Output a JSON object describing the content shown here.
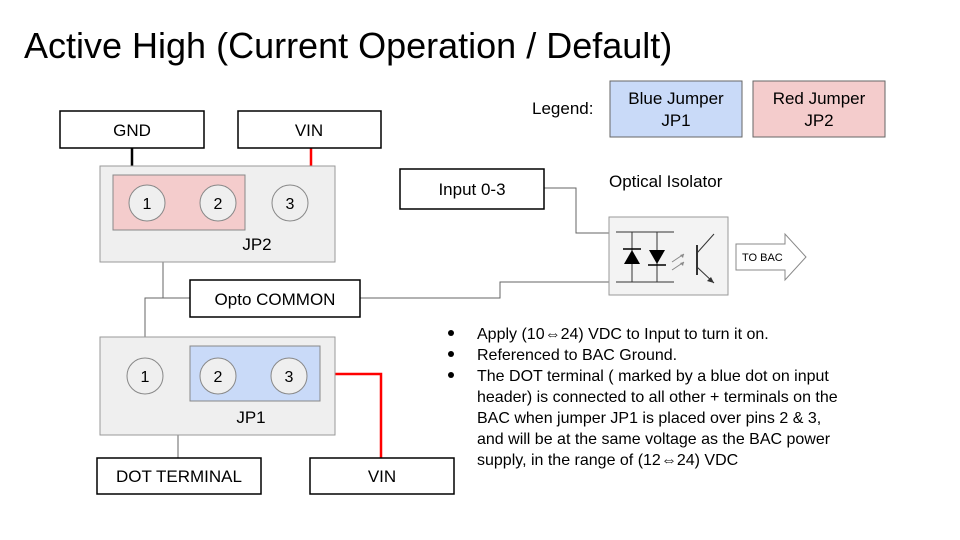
{
  "title": "Active High (Current Operation / Default)",
  "legend": {
    "label": "Legend:",
    "blue": {
      "line1": "Blue Jumper",
      "line2": "JP1",
      "color": "#c9daf8"
    },
    "red": {
      "line1": "Red Jumper",
      "line2": "JP2",
      "color": "#f4cccc"
    }
  },
  "boxes": {
    "gnd": "GND",
    "vin_top": "VIN",
    "input": "Input 0-3",
    "opto_common": "Opto COMMON",
    "dot_terminal": "DOT TERMINAL",
    "vin_bottom": "VIN"
  },
  "jp2": {
    "label": "JP2",
    "pins": [
      "1",
      "2",
      "3"
    ]
  },
  "jp1": {
    "label": "JP1",
    "pins": [
      "1",
      "2",
      "3"
    ]
  },
  "optical_isolator": {
    "label": "Optical Isolator",
    "output": "TO BAC"
  },
  "notes": {
    "bullet_1": "Apply (10⇔24) VDC to Input to turn it on.",
    "bullet_2": "Referenced to BAC Ground.",
    "bullet_3_lines": [
      "The DOT terminal ( marked by a blue dot on input",
      "header) is connected to all other + terminals on the",
      "BAC when jumper JP1 is placed over pins 2 & 3,",
      "and will be at the same voltage as the BAC power",
      "supply, in the range of (12⇔24) VDC"
    ]
  },
  "colors": {
    "panel_gray": "#efefef",
    "wire_red": "#ff0000",
    "wire_gray": "#666666",
    "wire_black": "#000000"
  }
}
